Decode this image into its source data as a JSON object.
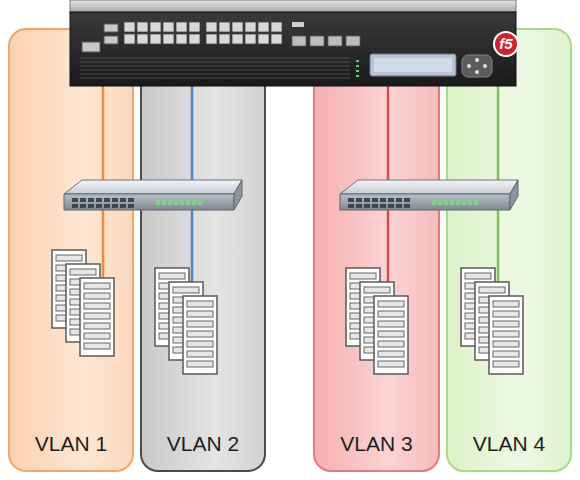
{
  "diagram": {
    "nodes": [
      {
        "text": [
          "VLAN 1"
        ]
      },
      {
        "text": [
          "VLAN 2"
        ]
      },
      {
        "text": [
          "VLAN 3"
        ]
      },
      {
        "text": [
          "VLAN 4"
        ]
      }
    ],
    "labels": [
      "f5"
    ]
  }
}
